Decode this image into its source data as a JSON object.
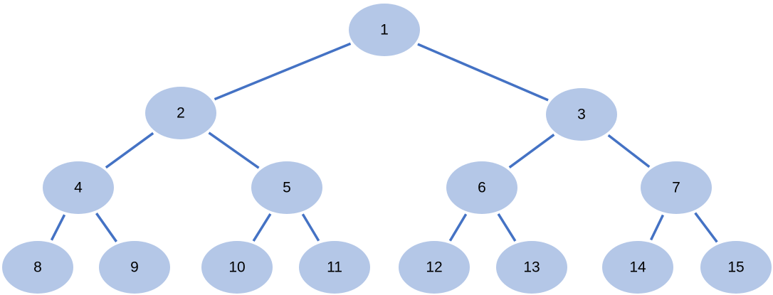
{
  "tree": {
    "node_color": "#b4c7e7",
    "edge_color": "#4472c4",
    "nodes": [
      {
        "id": 1,
        "label": "1"
      },
      {
        "id": 2,
        "label": "2"
      },
      {
        "id": 3,
        "label": "3"
      },
      {
        "id": 4,
        "label": "4"
      },
      {
        "id": 5,
        "label": "5"
      },
      {
        "id": 6,
        "label": "6"
      },
      {
        "id": 7,
        "label": "7"
      },
      {
        "id": 8,
        "label": "8"
      },
      {
        "id": 9,
        "label": "9"
      },
      {
        "id": 10,
        "label": "10"
      },
      {
        "id": 11,
        "label": "11"
      },
      {
        "id": 12,
        "label": "12"
      },
      {
        "id": 13,
        "label": "13"
      },
      {
        "id": 14,
        "label": "14"
      },
      {
        "id": 15,
        "label": "15"
      }
    ],
    "edges": [
      {
        "from": 1,
        "to": 2
      },
      {
        "from": 1,
        "to": 3
      },
      {
        "from": 2,
        "to": 4
      },
      {
        "from": 2,
        "to": 5
      },
      {
        "from": 3,
        "to": 6
      },
      {
        "from": 3,
        "to": 7
      },
      {
        "from": 4,
        "to": 8
      },
      {
        "from": 4,
        "to": 9
      },
      {
        "from": 5,
        "to": 10
      },
      {
        "from": 5,
        "to": 11
      },
      {
        "from": 6,
        "to": 12
      },
      {
        "from": 6,
        "to": 13
      },
      {
        "from": 7,
        "to": 14
      },
      {
        "from": 7,
        "to": 15
      }
    ]
  }
}
